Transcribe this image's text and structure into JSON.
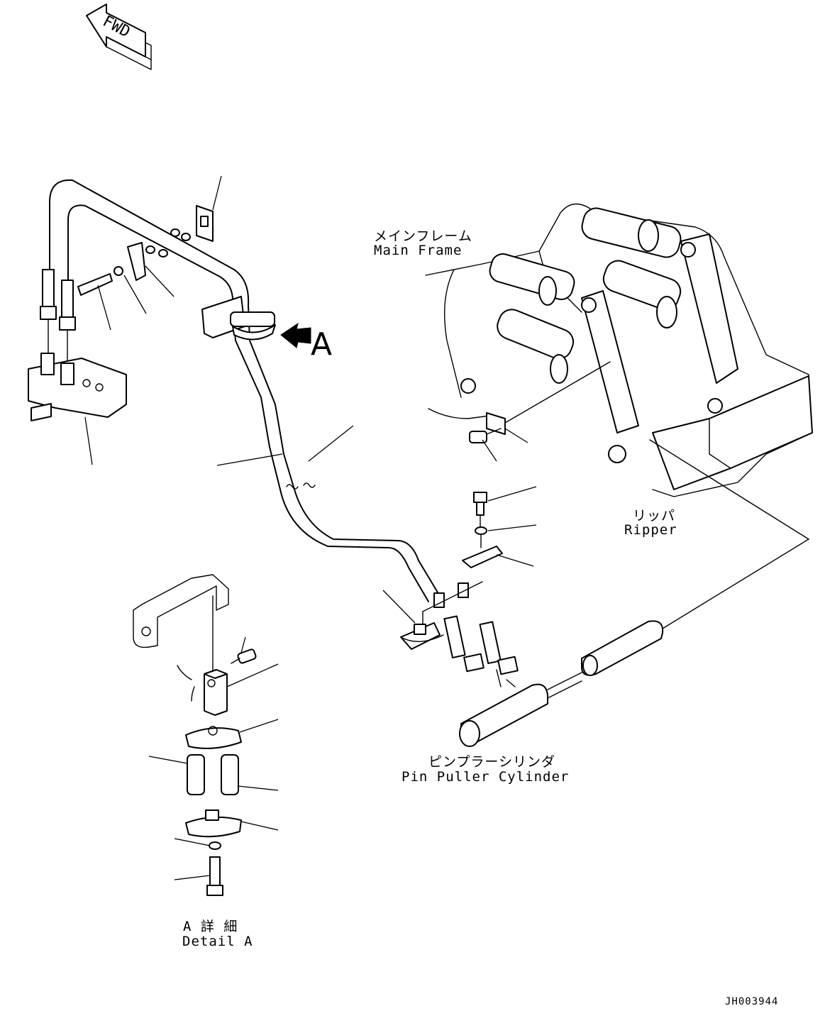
{
  "fwd_label": "FWD",
  "view_marker": "A",
  "labels": {
    "main_frame_jp": "メインフレーム",
    "main_frame_en": "Main Frame",
    "ripper_jp": "リッパ",
    "ripper_en": "Ripper",
    "pin_puller_jp": "ピンプラーシリンダ",
    "pin_puller_en": "Pin Puller Cylinder",
    "detail_jp": "A 詳 細",
    "detail_en": "Detail A"
  },
  "drawing_code": "JH003944"
}
